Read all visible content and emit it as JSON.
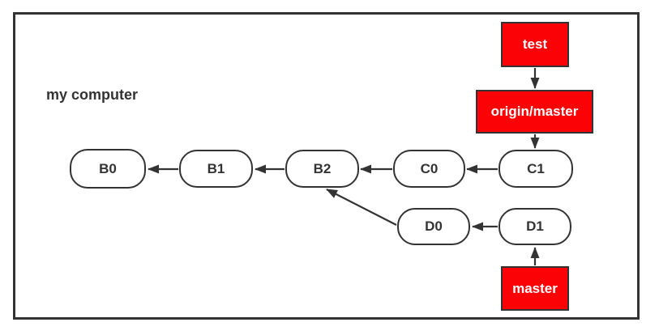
{
  "diagram": {
    "title": "my computer",
    "colors": {
      "branch_fill": "#FB0207",
      "stroke": "#333333",
      "commit_fill": "#FFFFFF",
      "branch_text": "#FFFFFF",
      "commit_text": "#333333"
    },
    "branches": [
      {
        "id": "test",
        "label": "test"
      },
      {
        "id": "origin-master",
        "label": "origin/master"
      },
      {
        "id": "master",
        "label": "master"
      }
    ],
    "commits": [
      {
        "id": "B0",
        "label": "B0"
      },
      {
        "id": "B1",
        "label": "B1"
      },
      {
        "id": "B2",
        "label": "B2"
      },
      {
        "id": "C0",
        "label": "C0"
      },
      {
        "id": "C1",
        "label": "C1"
      },
      {
        "id": "D0",
        "label": "D0"
      },
      {
        "id": "D1",
        "label": "D1"
      }
    ],
    "edges": [
      {
        "from": "test",
        "to": "origin/master"
      },
      {
        "from": "origin/master",
        "to": "C1"
      },
      {
        "from": "C1",
        "to": "C0"
      },
      {
        "from": "C0",
        "to": "B2"
      },
      {
        "from": "B2",
        "to": "B1"
      },
      {
        "from": "B1",
        "to": "B0"
      },
      {
        "from": "D1",
        "to": "D0"
      },
      {
        "from": "D0",
        "to": "B2"
      },
      {
        "from": "master",
        "to": "D1"
      }
    ]
  }
}
